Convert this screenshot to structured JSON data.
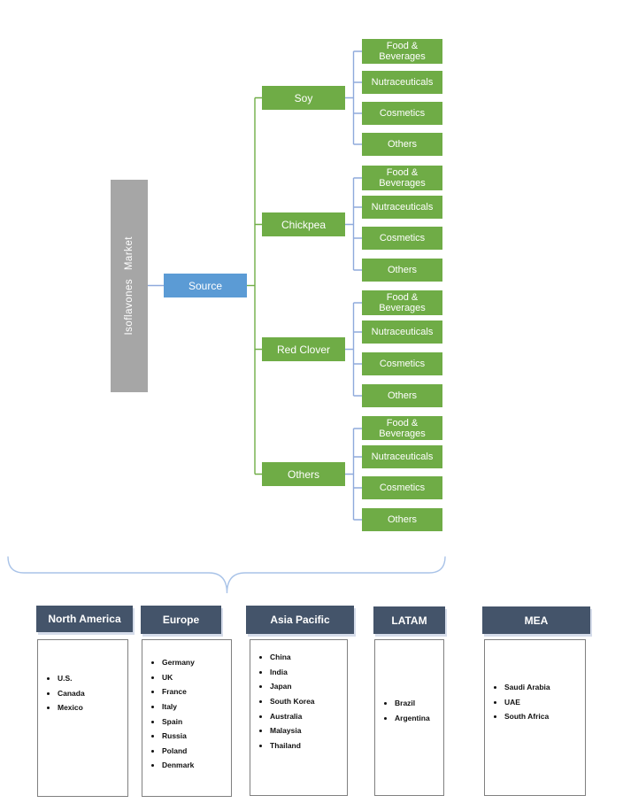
{
  "diagram_title": "Isoflavones Market",
  "root": {
    "label": "Isoflavones  Market"
  },
  "source_node": {
    "label": "Source"
  },
  "tree": {
    "categories": [
      {
        "label": "Soy",
        "leaves": [
          "Food & Beverages",
          "Nutraceuticals",
          "Cosmetics",
          "Others"
        ]
      },
      {
        "label": "Chickpea",
        "leaves": [
          "Food & Beverages",
          "Nutraceuticals",
          "Cosmetics",
          "Others"
        ]
      },
      {
        "label": "Red Clover",
        "leaves": [
          "Food & Beverages",
          "Nutraceuticals",
          "Cosmetics",
          "Others"
        ]
      },
      {
        "label": "Others",
        "leaves": [
          "Food & Beverages",
          "Nutraceuticals",
          "Cosmetics",
          "Others"
        ]
      }
    ]
  },
  "regions": [
    {
      "name": "North America",
      "countries": [
        "U.S.",
        "Canada",
        "Mexico"
      ]
    },
    {
      "name": "Europe",
      "countries": [
        "Germany",
        "UK",
        "France",
        "Italy",
        "Spain",
        "Russia",
        "Poland",
        "Denmark"
      ]
    },
    {
      "name": "Asia Pacific",
      "countries": [
        "China",
        "India",
        "Japan",
        "South Korea",
        "Australia",
        "Malaysia",
        "Thailand"
      ]
    },
    {
      "name": "LATAM",
      "countries": [
        "Brazil",
        "Argentina"
      ]
    },
    {
      "name": "MEA",
      "countries": [
        "Saudi Arabia",
        "UAE",
        "South Africa"
      ]
    }
  ],
  "colors": {
    "node_green": "#6FAC46",
    "source_blue": "#5B9BD5",
    "root_gray": "#A6A6A6",
    "region_header_dark": "#44546A",
    "connector_blue": "#8FAADC",
    "connector_green": "#70AD47",
    "brace_blue": "#A9C3E8"
  }
}
